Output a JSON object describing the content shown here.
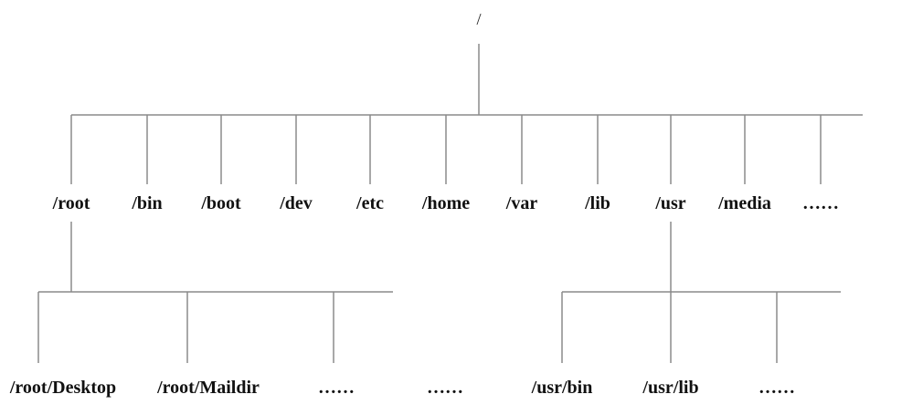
{
  "root": {
    "label": "/"
  },
  "level1": [
    {
      "label": "/root"
    },
    {
      "label": "/bin"
    },
    {
      "label": "/boot"
    },
    {
      "label": "/dev"
    },
    {
      "label": "/etc"
    },
    {
      "label": "/home"
    },
    {
      "label": "/var"
    },
    {
      "label": "/lib"
    },
    {
      "label": "/usr"
    },
    {
      "label": "/media"
    },
    {
      "label": "……"
    }
  ],
  "root_children": [
    {
      "label": "/root/Desktop"
    },
    {
      "label": "/root/Maildir"
    },
    {
      "label": "……"
    }
  ],
  "middle_ellipsis": {
    "label": "……"
  },
  "usr_children": [
    {
      "label": "/usr/bin"
    },
    {
      "label": "/usr/lib"
    },
    {
      "label": "……"
    }
  ],
  "colors": {
    "line": "#8a8a8a",
    "text": "#111111",
    "background": "#ffffff"
  }
}
